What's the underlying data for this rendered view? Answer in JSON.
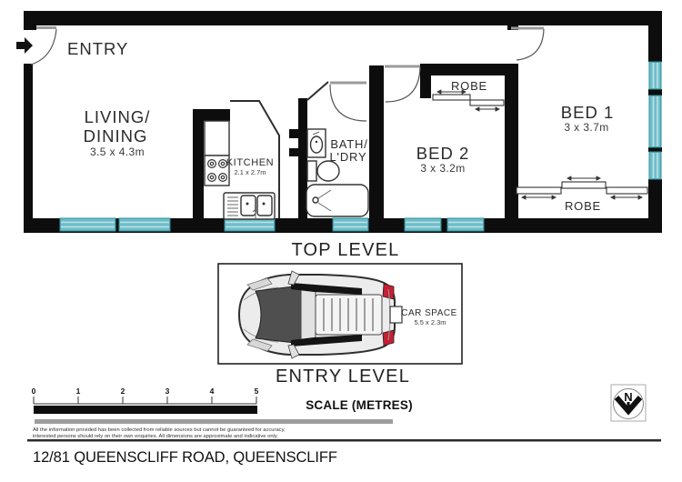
{
  "address": "12/81 QUEENSCLIFF ROAD, QUEENSCLIFF",
  "top_level": {
    "level_label": "TOP LEVEL",
    "entry_label": "ENTRY",
    "living": {
      "line1": "LIVING/",
      "line2": "DINING",
      "dims": "3.5 x 4.3m"
    },
    "kitchen": {
      "name": "KITCHEN",
      "dims": "2.1 x 2.7m"
    },
    "bath": {
      "line1": "BATH/",
      "line2": "L'DRY"
    },
    "bed2": {
      "name": "BED 2",
      "dims": "3 x 3.2m",
      "robe_label": "ROBE"
    },
    "bed1": {
      "name": "BED 1",
      "dims": "3 x 3.7m",
      "robe_label": "ROBE"
    }
  },
  "entry_level": {
    "level_label": "ENTRY LEVEL",
    "car_space": {
      "name": "CAR SPACE",
      "dims": "5.5 x 2.3m"
    }
  },
  "scale": {
    "ticks": [
      "0",
      "1",
      "2",
      "3",
      "4",
      "5"
    ],
    "label": "SCALE (METRES)"
  },
  "disclaimer": {
    "line1": "All the information provided has been collected from reliable sources but cannot be guaranteed for accuracy,",
    "line2": "interested persons should rely on their own enquiries. All dimensions are approximate and indicative only."
  },
  "compass": {
    "north": "N"
  },
  "colors": {
    "wall": "#0d0d0d",
    "window_fill": "#6ebec9",
    "window_stripe": "#bfe2e6",
    "window_edge": "#2f8e9b",
    "taillight": "#c41f33"
  }
}
